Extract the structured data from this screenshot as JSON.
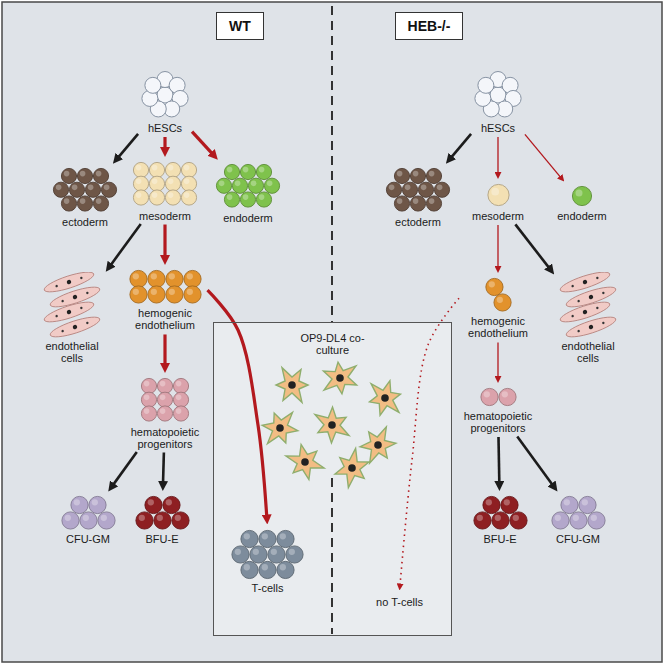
{
  "diagram": {
    "nodes": [
      {
        "text": [
          "WT"
        ]
      },
      {
        "text": [
          "HEB-/-"
        ]
      },
      {
        "text": [
          "hESCs"
        ]
      },
      {
        "text": [
          "ectoderm"
        ]
      },
      {
        "text": [
          "mesoderm"
        ]
      },
      {
        "text": [
          "endoderm"
        ]
      },
      {
        "text": [
          "endothelial cells"
        ]
      },
      {
        "text": [
          "hemogenic endothelium"
        ]
      },
      {
        "text": [
          "hematopoietic progenitors"
        ]
      },
      {
        "text": [
          "CFU-GM"
        ]
      },
      {
        "text": [
          "BFU-E"
        ]
      },
      {
        "text": [
          "hESCs"
        ]
      },
      {
        "text": [
          "ectoderm"
        ]
      },
      {
        "text": [
          "mesoderm"
        ]
      },
      {
        "text": [
          "endoderm"
        ]
      },
      {
        "text": [
          "hemogenic endothelium"
        ]
      },
      {
        "text": [
          "endothelial cells"
        ]
      },
      {
        "text": [
          "hematopoietic progenitors"
        ]
      },
      {
        "text": [
          "BFU-E"
        ]
      },
      {
        "text": [
          "CFU-GM"
        ]
      },
      {
        "text": [
          "OP9-DL4 co-culture"
        ]
      },
      {
        "text": [
          "T-cells"
        ],
        "in": 20
      },
      {
        "text": [
          "no T-cells"
        ],
        "in": 20
      }
    ],
    "edges": [
      {
        "from": 2,
        "to": 3,
        "arrow": "to"
      },
      {
        "from": 2,
        "to": 4,
        "arrow": "to"
      },
      {
        "from": 2,
        "to": 5,
        "arrow": "to"
      },
      {
        "from": 4,
        "to": 6,
        "arrow": "to"
      },
      {
        "from": 4,
        "to": 7,
        "arrow": "to"
      },
      {
        "from": 7,
        "to": 8,
        "arrow": "to"
      },
      {
        "from": 8,
        "to": 9,
        "arrow": "to"
      },
      {
        "from": 8,
        "to": 10,
        "arrow": "to"
      },
      {
        "from": 7,
        "to": 21,
        "arrow": "to"
      },
      {
        "from": 11,
        "to": 12,
        "arrow": "to"
      },
      {
        "from": 11,
        "to": 13,
        "arrow": "to"
      },
      {
        "from": 11,
        "to": 14,
        "arrow": "to"
      },
      {
        "from": 13,
        "to": 15,
        "arrow": "to"
      },
      {
        "from": 13,
        "to": 16,
        "arrow": "to"
      },
      {
        "from": 15,
        "to": 17,
        "arrow": "to"
      },
      {
        "from": 17,
        "to": 18,
        "arrow": "to"
      },
      {
        "from": 17,
        "to": 19,
        "arrow": "to"
      },
      {
        "from": 15,
        "to": 22,
        "arrow": "to"
      }
    ]
  }
}
